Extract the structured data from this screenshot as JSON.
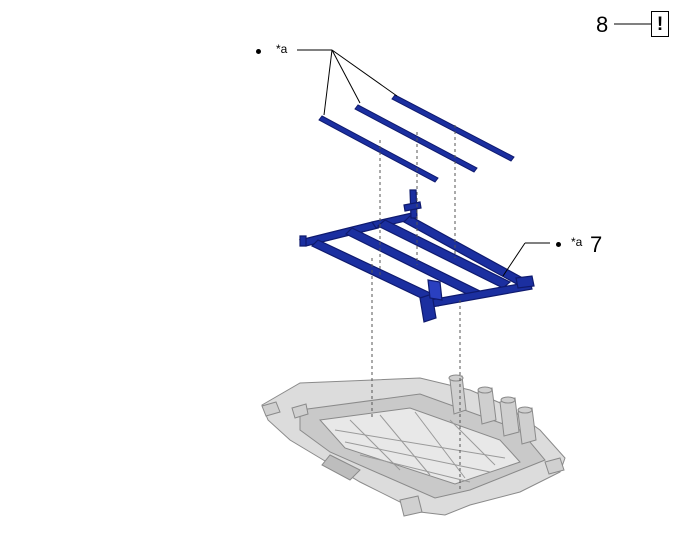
{
  "callouts": {
    "top_marker": "*a",
    "side_marker": "*a",
    "side_number": "7",
    "corner_number": "8",
    "caution_symbol": "!"
  },
  "colors": {
    "part_blue": "#1b2fa0",
    "part_dark": "#0f1a6e",
    "tray_gray": "#d6d6d6",
    "tray_outline": "#8a8a8a"
  },
  "icons": {
    "caution": "exclamation-box-icon"
  }
}
